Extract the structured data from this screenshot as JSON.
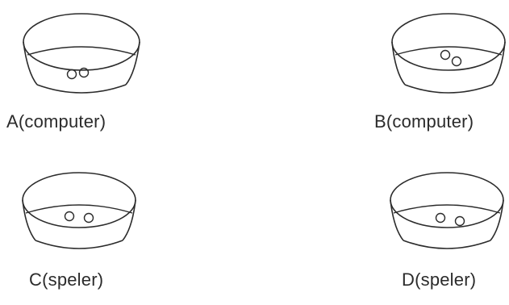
{
  "bowls": [
    {
      "id": "A",
      "label": "A(computer)"
    },
    {
      "id": "B",
      "label": "B(computer)"
    },
    {
      "id": "C",
      "label": "C(speler)"
    },
    {
      "id": "D",
      "label": "D(speler)"
    }
  ]
}
